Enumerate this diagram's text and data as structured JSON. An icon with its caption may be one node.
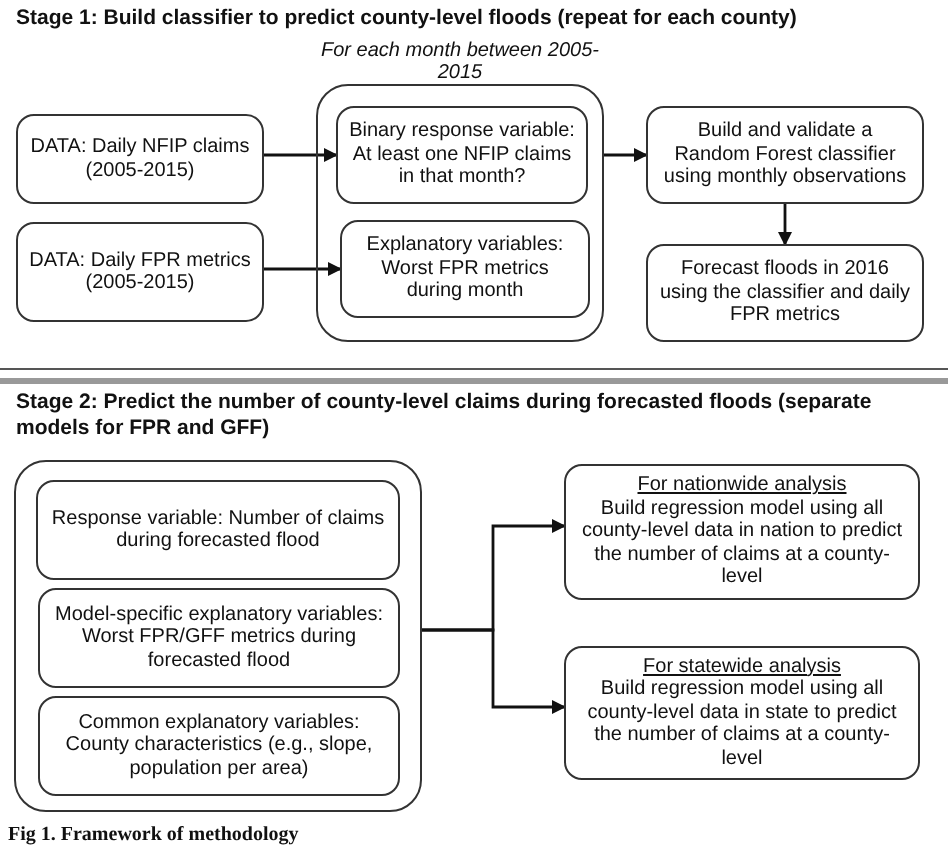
{
  "diagram": {
    "caption": "Fig 1. Framework of methodology",
    "nodes": [
      {
        "text": [
          "Stage 1: Build classifier to predict county-level floods (repeat for each county)"
        ]
      },
      {
        "text": [
          "DATA: Daily NFIP claims (2005-2015)"
        ],
        "in": 0
      },
      {
        "text": [
          "DATA: Daily FPR metrics (2005-2015)"
        ],
        "in": 0
      },
      {
        "text": [
          "For each month between 2005-2015"
        ],
        "in": 0
      },
      {
        "text": [
          "Binary response variable: At least one NFIP claims in that month?"
        ],
        "in": 3
      },
      {
        "text": [
          "Explanatory variables: Worst FPR metrics during month"
        ],
        "in": 3
      },
      {
        "text": [
          "Build and validate a Random Forest classifier using monthly observations"
        ],
        "in": 0
      },
      {
        "text": [
          "Forecast floods in 2016 using the classifier and daily FPR metrics"
        ],
        "in": 0
      },
      {
        "text": [
          "Stage 2: Predict the number of county-level claims during forecasted floods (separate models for FPR and GFF)"
        ]
      },
      {
        "text": [],
        "shape": "box",
        "in": 8
      },
      {
        "text": [
          "Response variable: Number of claims during forecasted flood"
        ],
        "in": 9
      },
      {
        "text": [
          "Model-specific explanatory variables: Worst FPR/GFF metrics during forecasted flood"
        ],
        "in": 9
      },
      {
        "text": [
          "Common explanatory variables: County characteristics (e.g., slope, population per area)"
        ],
        "in": 9
      },
      {
        "text": [
          "For nationwide analysis",
          "Build regression model using all county-level data in nation to predict the number of claims at a county-level"
        ],
        "in": 8
      },
      {
        "text": [
          "For statewide analysis",
          "Build regression model using all county-level data in state to predict the number of claims at a county-level"
        ],
        "in": 8
      }
    ],
    "edges": [
      {
        "from": 1,
        "to": 4,
        "arrow": "to"
      },
      {
        "from": 2,
        "to": 5,
        "arrow": "to"
      },
      {
        "from": 3,
        "to": 6,
        "arrow": "to"
      },
      {
        "from": 6,
        "to": 7,
        "arrow": "to"
      },
      {
        "from": 9,
        "to": 13,
        "arrow": "to"
      },
      {
        "from": 9,
        "to": 14,
        "arrow": "to"
      }
    ]
  }
}
